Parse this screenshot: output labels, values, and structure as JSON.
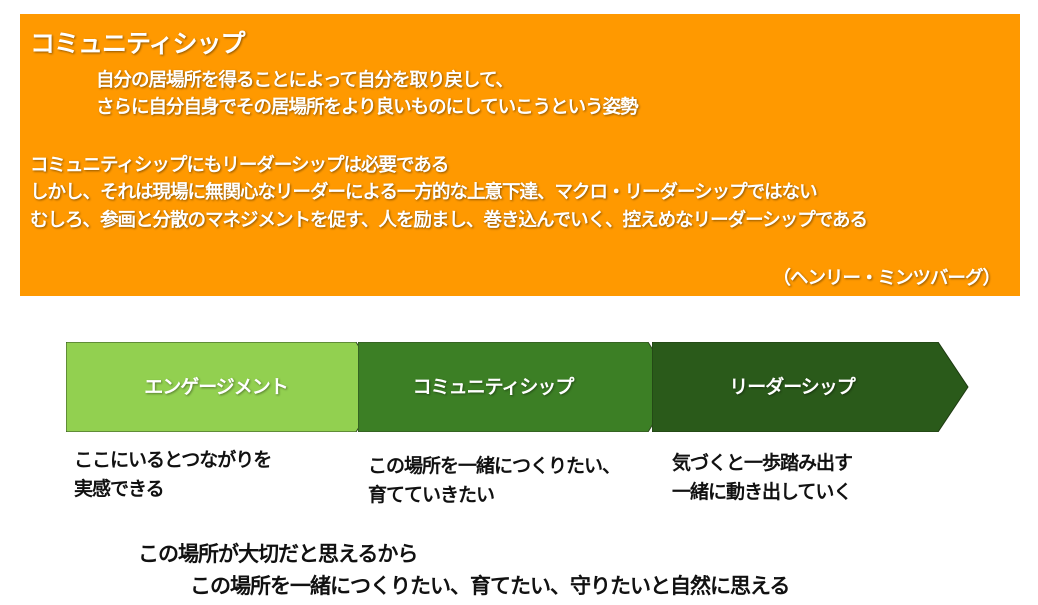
{
  "header": {
    "title": "コミュニティシップ",
    "definition": [
      "自分の居場所を得ることによって自分を取り戻して、",
      "さらに自分自身でその居場所をより良いものにしていこうという姿勢"
    ],
    "body": [
      "コミュニティシップにもリーダーシップは必要である",
      "しかし、それは現場に無関心なリーダーによる一方的な上意下達、マクロ・リーダーシップではない",
      "むしろ、参画と分散のマネジメントを促す、人を励まし、巻き込んでいく、控えめなリーダーシップである"
    ],
    "attribution": "（ヘンリー・ミンツバーグ）",
    "color": "#FF9900"
  },
  "steps": [
    {
      "label": "エンゲージメント",
      "color": "#92D050",
      "desc": [
        "ここにいるとつながりを",
        "実感できる"
      ]
    },
    {
      "label": "コミュニティシップ",
      "color": "#3C7F25",
      "desc": [
        "この場所を一緒につくりたい、",
        "育てていきたい"
      ]
    },
    {
      "label": "リーダーシップ",
      "color": "#2A5A1A",
      "desc": [
        "気づくと一歩踏み出す",
        "一緒に動き出していく"
      ]
    }
  ],
  "footer": [
    "この場所が大切だと思えるから",
    "この場所を一緒につくりたい、育てたい、守りたいと自然に思える"
  ]
}
